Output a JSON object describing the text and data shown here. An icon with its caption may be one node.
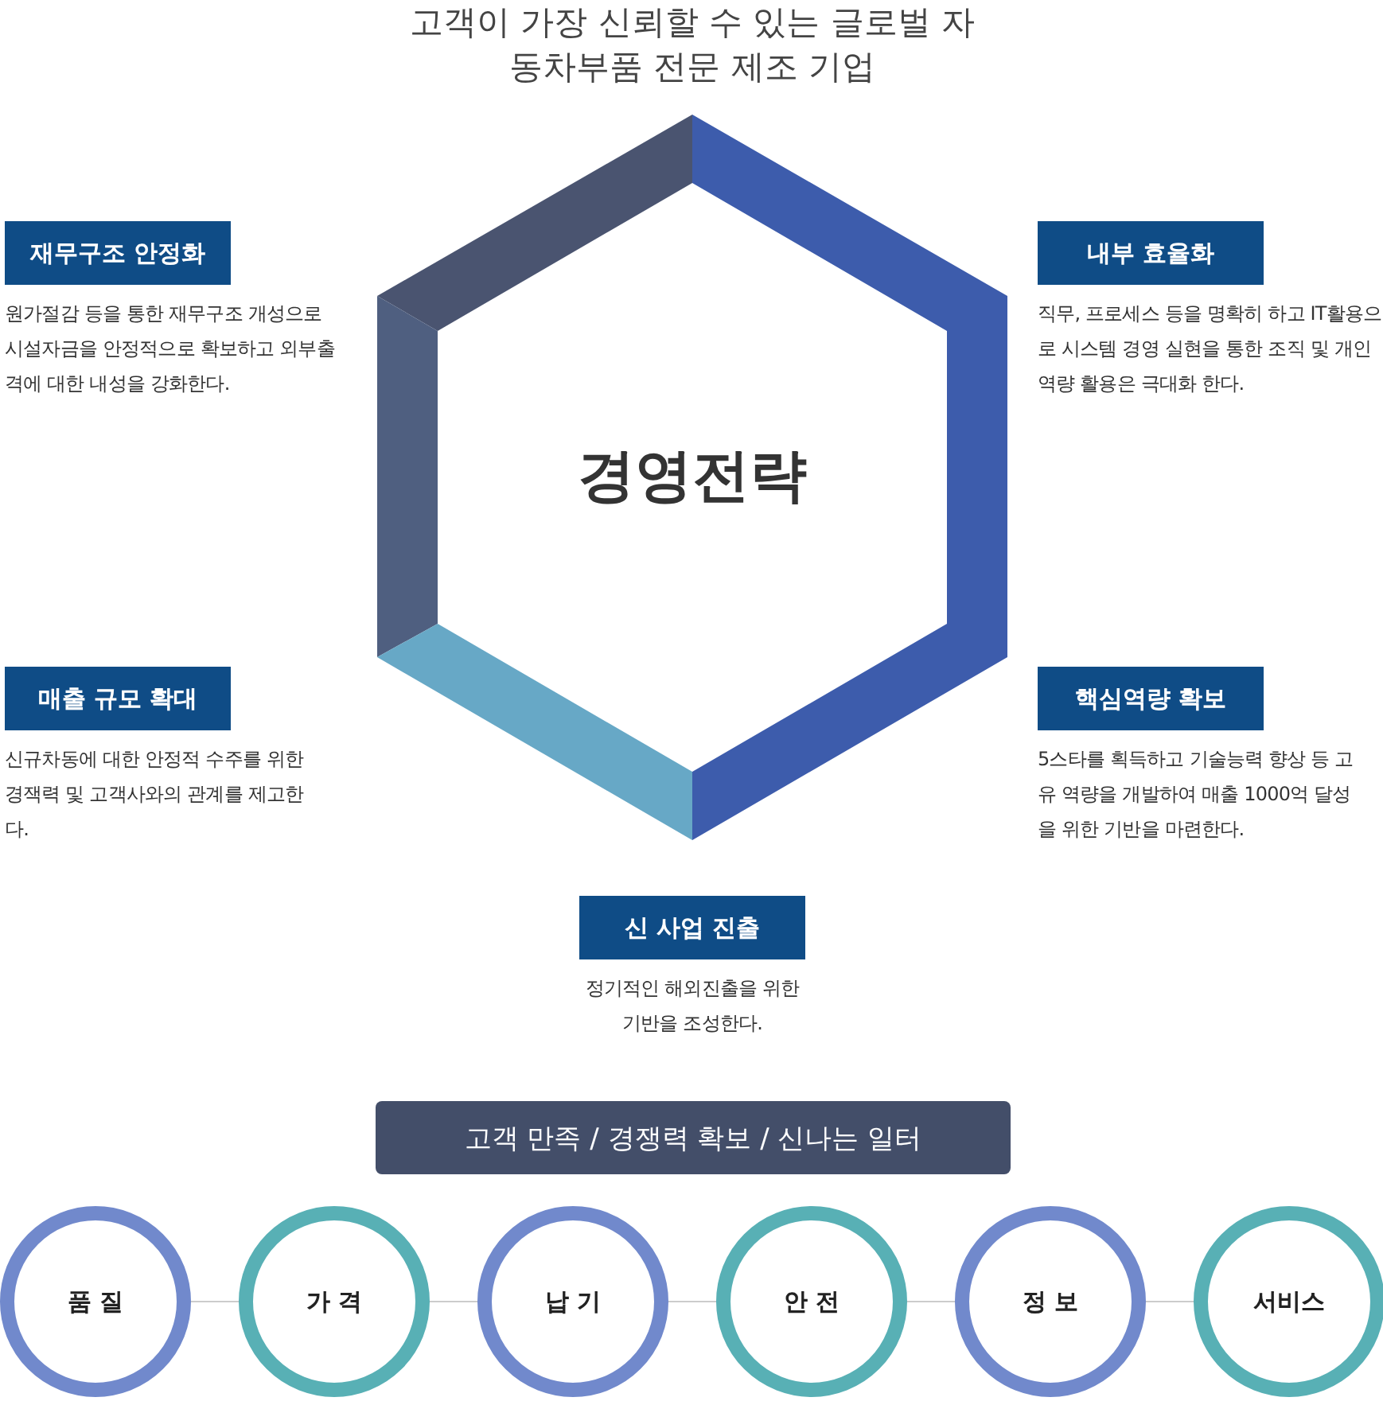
{
  "diagram": {
    "title": "고객이 가장 신뢰할 수 있는 글로벌 자동차부품 전문 제조 기업",
    "nodes": [
      {
        "text": [
          "경영전략"
        ]
      },
      {
        "text": [
          "재무구조 안정화"
        ],
        "beside": [
          "원가절감 등을 통한 재무구조 개성으로 시설자금을 안정적으로 확보하고 외부출격에 대한 내성을 강화한다."
        ]
      },
      {
        "text": [
          "내부 효율화"
        ],
        "beside": [
          "직무, 프로세스 등을 명확히 하고 IT활용으로 시스템 경영 실현을 통한 조직 및 개인 역량 활용은 극대화 한다."
        ]
      },
      {
        "text": [
          "매출 규모 확대"
        ],
        "beside": [
          "신규차동에 대한 안정적 수주를 위한 경잭력 및 고객사와의 관계를 제고한다."
        ]
      },
      {
        "text": [
          "핵심역량 확보"
        ],
        "beside": [
          "5스타를 획득하고 기술능력 향상 등 고유 역량을 개발하여 매출 1000억 달성을 위한 기반을 마련한다."
        ]
      },
      {
        "text": [
          "신 사업 진출"
        ],
        "beside": [
          "정기적인 해외진출을 위한 기반을 조성한다."
        ]
      },
      {
        "text": [
          "고객 만족 / 경쟁력 확보 / 신나는 일터"
        ]
      },
      {
        "text": [
          "품 질"
        ]
      },
      {
        "text": [
          "가 격"
        ]
      },
      {
        "text": [
          "납 기"
        ]
      },
      {
        "text": [
          "안 전"
        ]
      },
      {
        "text": [
          "정 보"
        ]
      },
      {
        "text": [
          "서비스"
        ]
      }
    ],
    "edges": [
      {
        "from": 7,
        "to": 8,
        "arrow": "none"
      },
      {
        "from": 8,
        "to": 9,
        "arrow": "none"
      },
      {
        "from": 9,
        "to": 10,
        "arrow": "none"
      },
      {
        "from": 10,
        "to": 11,
        "arrow": "none"
      },
      {
        "from": 11,
        "to": 12,
        "arrow": "none"
      }
    ]
  }
}
